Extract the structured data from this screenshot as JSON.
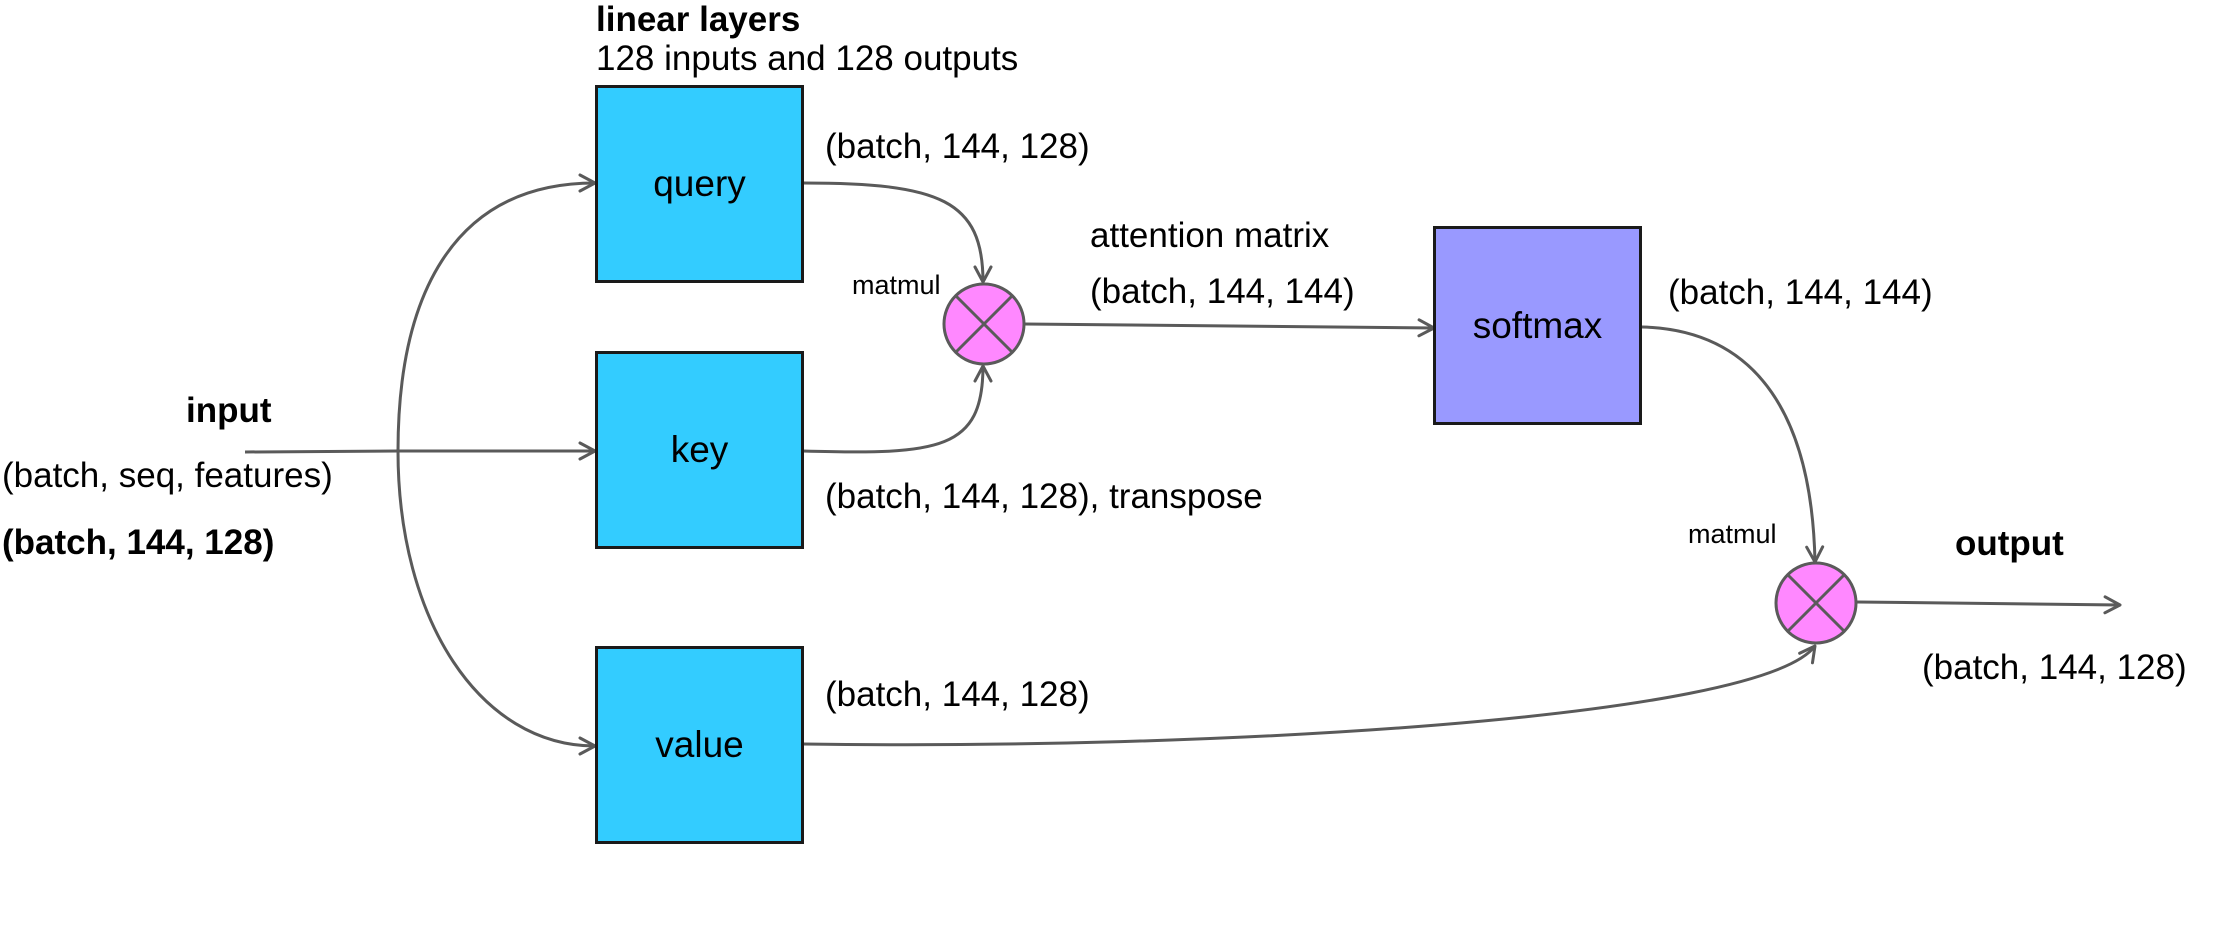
{
  "colors": {
    "linear_fill": "#33ccff",
    "softmax_fill": "#9999ff",
    "op_fill": "#ff88ff",
    "edge_stroke": "#5a5a5a",
    "box_stroke": "#1a1a1a"
  },
  "header": {
    "title": "linear layers",
    "subtitle": "128 inputs and 128 outputs"
  },
  "input": {
    "title": "input",
    "shape_generic": "(batch, seq, features)",
    "shape_concrete": "(batch, 144, 128)"
  },
  "nodes": {
    "query": "query",
    "key": "key",
    "value": "value",
    "softmax": "softmax",
    "matmul1": "matmul",
    "matmul2": "matmul"
  },
  "edge_labels": {
    "query_out": "(batch, 144, 128)",
    "key_out": "(batch, 144, 128), transpose",
    "value_out": "(batch, 144, 128)",
    "attention_title": "attention matrix",
    "attention_shape": "(batch, 144, 144)",
    "softmax_out": "(batch, 144, 144)"
  },
  "output": {
    "title": "output",
    "shape": "(batch, 144, 128)"
  }
}
